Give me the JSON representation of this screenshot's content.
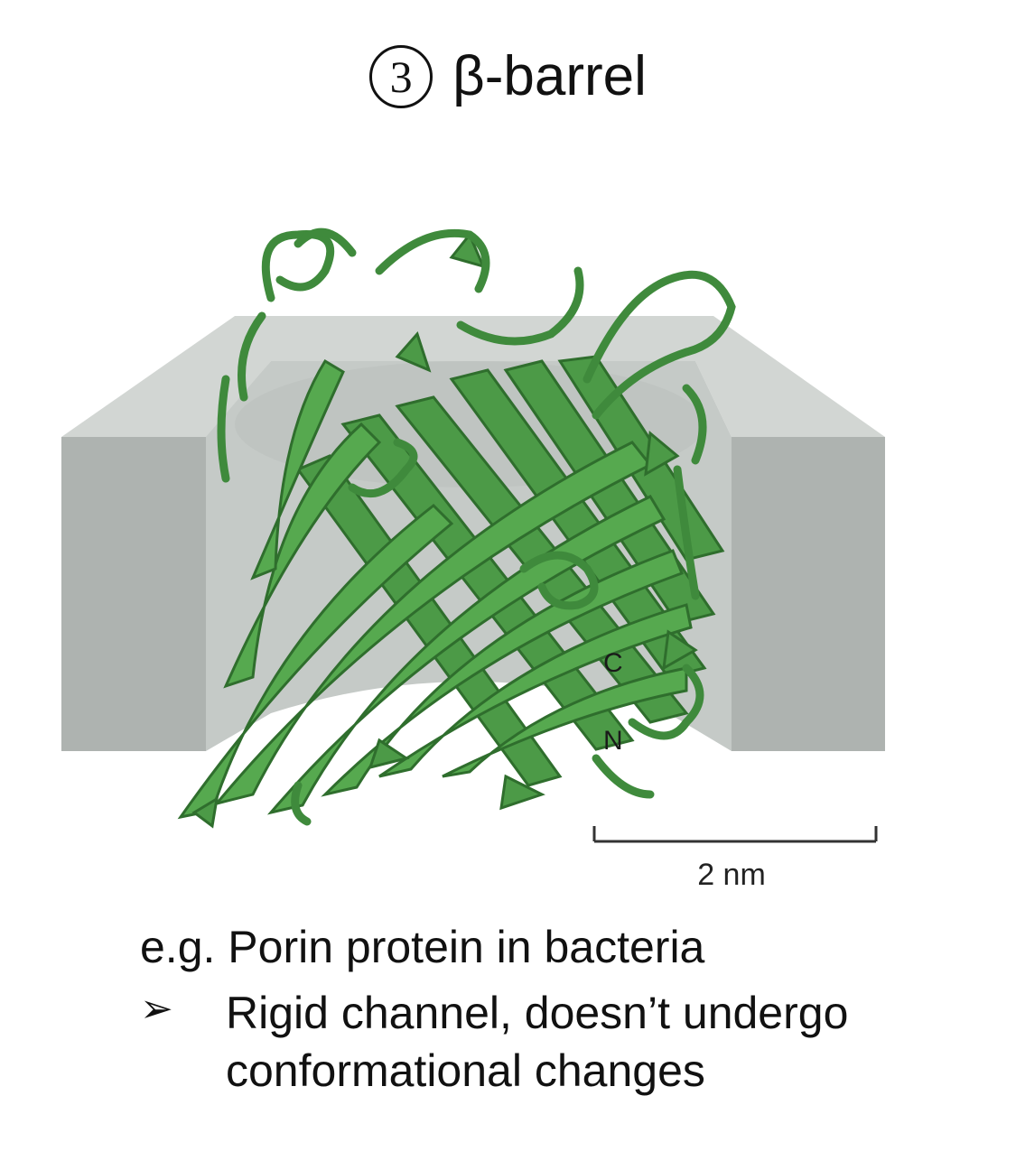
{
  "title": {
    "number": "3",
    "text": "β-barrel"
  },
  "figure": {
    "scale_bar_label": "2 nm",
    "terminus_c": "C",
    "terminus_n": "N"
  },
  "example": "e.g. Porin protein in bacteria",
  "bullet": {
    "marker": "➢",
    "text": "Rigid channel, doesn’t undergo conformational changes"
  },
  "colors": {
    "protein_green": "#3f8a3c",
    "membrane_front": "#aeb3b0",
    "membrane_top": "#d2d6d3"
  }
}
